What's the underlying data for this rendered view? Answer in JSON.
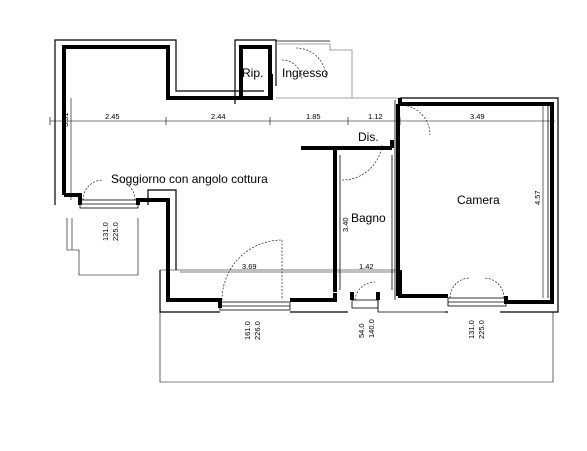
{
  "rooms": {
    "ripostiglio": "Rip.",
    "ingresso": "Ingresso",
    "disimpegno": "Dis.",
    "soggiorno": "Soggiorno con angolo cottura",
    "bagno": "Bagno",
    "camera": "Camera"
  },
  "dimensions": {
    "top_1": "2.45",
    "top_2": "2.44",
    "top_3": "1.85",
    "top_4": "1.12",
    "top_5": "3.49",
    "left_height": "3.51",
    "right_height": "4.57",
    "bagno_height": "3.40",
    "bottom_1": "3.69",
    "bottom_2": "1.42"
  },
  "windows": {
    "left_w": "131.0",
    "left_h": "225.0",
    "sogg_w": "161.0",
    "sogg_h": "226.0",
    "bagno_w": "54.0",
    "bagno_h": "140.0",
    "camera_w": "131.0",
    "camera_h": "225.0"
  }
}
